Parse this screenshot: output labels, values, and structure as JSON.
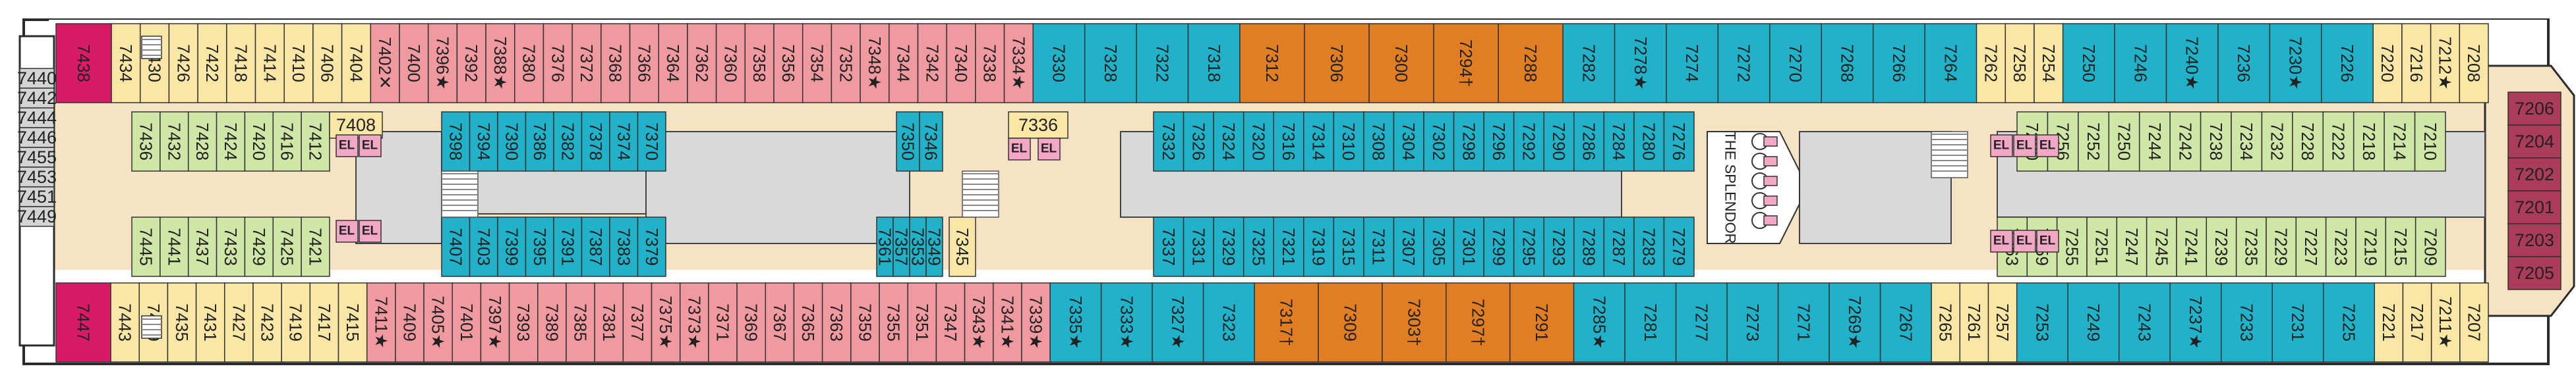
{
  "deck_plan": {
    "venue_label": "THE SPLENDOR",
    "elevator_label": "EL",
    "colors": {
      "inside": "#cfe6a6",
      "inside_yellow": "#fbe7a5",
      "oceanview": "#f09aa0",
      "balcony": "#21b2ca",
      "suite": "#e17d22",
      "special": "#d81a67",
      "aft_rooms": "#aa3b5b",
      "stern": "#d4d4d4",
      "hallway": "#f6e3c3",
      "bulkhead": "#d9d9d9",
      "elevator": "#f2a7c5",
      "stairs": "#888888"
    },
    "top_row": {
      "cabins": [
        {
          "label": "7438",
          "color": "special"
        },
        {
          "label": "7434",
          "color": "inside_yellow"
        },
        {
          "label": "7430",
          "color": "inside_yellow"
        },
        {
          "label": "7426",
          "color": "inside_yellow"
        },
        {
          "label": "7422",
          "color": "inside_yellow"
        },
        {
          "label": "7418",
          "color": "inside_yellow"
        },
        {
          "label": "7414",
          "color": "inside_yellow"
        },
        {
          "label": "7410",
          "color": "inside_yellow"
        },
        {
          "label": "7406",
          "color": "inside_yellow"
        },
        {
          "label": "7404",
          "color": "inside_yellow"
        },
        {
          "label": "7402✕",
          "color": "oceanview"
        },
        {
          "label": "7400",
          "color": "oceanview"
        },
        {
          "label": "7396★",
          "color": "oceanview"
        },
        {
          "label": "7392",
          "color": "oceanview"
        },
        {
          "label": "7388★",
          "color": "oceanview"
        },
        {
          "label": "7380",
          "color": "oceanview"
        },
        {
          "label": "7376",
          "color": "oceanview"
        },
        {
          "label": "7372",
          "color": "oceanview"
        },
        {
          "label": "7368",
          "color": "oceanview"
        },
        {
          "label": "7366",
          "color": "oceanview"
        },
        {
          "label": "7364",
          "color": "oceanview"
        },
        {
          "label": "7362",
          "color": "oceanview"
        },
        {
          "label": "7360",
          "color": "oceanview"
        },
        {
          "label": "7358",
          "color": "oceanview"
        },
        {
          "label": "7356",
          "color": "oceanview"
        },
        {
          "label": "7354",
          "color": "oceanview"
        },
        {
          "label": "7352",
          "color": "oceanview"
        },
        {
          "label": "7348★",
          "color": "oceanview"
        },
        {
          "label": "7344",
          "color": "oceanview"
        },
        {
          "label": "7342",
          "color": "oceanview"
        },
        {
          "label": "7340",
          "color": "oceanview"
        },
        {
          "label": "7338",
          "color": "oceanview"
        },
        {
          "label": "7334★",
          "color": "oceanview"
        },
        {
          "label": "7330",
          "color": "balcony"
        },
        {
          "label": "7328",
          "color": "balcony"
        },
        {
          "label": "7322",
          "color": "balcony"
        },
        {
          "label": "7318",
          "color": "balcony"
        },
        {
          "label": "7312",
          "color": "suite"
        },
        {
          "label": "7306",
          "color": "suite"
        },
        {
          "label": "7300",
          "color": "suite"
        },
        {
          "label": "7294†",
          "color": "suite"
        },
        {
          "label": "7288",
          "color": "suite"
        },
        {
          "label": "7282",
          "color": "balcony"
        },
        {
          "label": "7278★",
          "color": "balcony"
        },
        {
          "label": "7274",
          "color": "balcony"
        },
        {
          "label": "7272",
          "color": "balcony"
        },
        {
          "label": "7270",
          "color": "balcony"
        },
        {
          "label": "7268",
          "color": "balcony"
        },
        {
          "label": "7266",
          "color": "balcony"
        },
        {
          "label": "7264",
          "color": "balcony"
        },
        {
          "label": "7262",
          "color": "inside_yellow"
        },
        {
          "label": "7258",
          "color": "inside_yellow"
        },
        {
          "label": "7254",
          "color": "inside_yellow"
        },
        {
          "label": "7250",
          "color": "balcony"
        },
        {
          "label": "7246",
          "color": "balcony"
        },
        {
          "label": "7240★",
          "color": "balcony"
        },
        {
          "label": "7236",
          "color": "balcony"
        },
        {
          "label": "7230★",
          "color": "balcony"
        },
        {
          "label": "7226",
          "color": "balcony"
        },
        {
          "label": "7220",
          "color": "inside_yellow"
        },
        {
          "label": "7216",
          "color": "inside_yellow"
        },
        {
          "label": "7212★",
          "color": "inside_yellow"
        },
        {
          "label": "7208",
          "color": "inside_yellow"
        }
      ]
    },
    "bottom_row": {
      "cabins": [
        {
          "label": "7447",
          "color": "special"
        },
        {
          "label": "7443",
          "color": "inside_yellow"
        },
        {
          "label": "7439",
          "color": "inside_yellow"
        },
        {
          "label": "7435",
          "color": "inside_yellow"
        },
        {
          "label": "7431",
          "color": "inside_yellow"
        },
        {
          "label": "7427",
          "color": "inside_yellow"
        },
        {
          "label": "7423",
          "color": "inside_yellow"
        },
        {
          "label": "7419",
          "color": "inside_yellow"
        },
        {
          "label": "7417",
          "color": "inside_yellow"
        },
        {
          "label": "7415",
          "color": "inside_yellow"
        },
        {
          "label": "7411★",
          "color": "oceanview"
        },
        {
          "label": "7409",
          "color": "oceanview"
        },
        {
          "label": "7405★",
          "color": "oceanview"
        },
        {
          "label": "7401",
          "color": "oceanview"
        },
        {
          "label": "7397★",
          "color": "oceanview"
        },
        {
          "label": "7393",
          "color": "oceanview"
        },
        {
          "label": "7389",
          "color": "oceanview"
        },
        {
          "label": "7385",
          "color": "oceanview"
        },
        {
          "label": "7381",
          "color": "oceanview"
        },
        {
          "label": "7377",
          "color": "oceanview"
        },
        {
          "label": "7375★",
          "color": "oceanview"
        },
        {
          "label": "7373★",
          "color": "oceanview"
        },
        {
          "label": "7371",
          "color": "oceanview"
        },
        {
          "label": "7369",
          "color": "oceanview"
        },
        {
          "label": "7367",
          "color": "oceanview"
        },
        {
          "label": "7365",
          "color": "oceanview"
        },
        {
          "label": "7363",
          "color": "oceanview"
        },
        {
          "label": "7359",
          "color": "oceanview"
        },
        {
          "label": "7355",
          "color": "oceanview"
        },
        {
          "label": "7351",
          "color": "oceanview"
        },
        {
          "label": "7347",
          "color": "oceanview"
        },
        {
          "label": "7343★",
          "color": "oceanview"
        },
        {
          "label": "7341★",
          "color": "oceanview"
        },
        {
          "label": "7339★",
          "color": "oceanview"
        },
        {
          "label": "7335★",
          "color": "balcony"
        },
        {
          "label": "7333★",
          "color": "balcony"
        },
        {
          "label": "7327★",
          "color": "balcony"
        },
        {
          "label": "7323",
          "color": "balcony"
        },
        {
          "label": "7317†",
          "color": "suite"
        },
        {
          "label": "7309",
          "color": "suite"
        },
        {
          "label": "7303†",
          "color": "suite"
        },
        {
          "label": "7297†",
          "color": "suite"
        },
        {
          "label": "7291",
          "color": "suite"
        },
        {
          "label": "7285★",
          "color": "balcony"
        },
        {
          "label": "7281",
          "color": "balcony"
        },
        {
          "label": "7277",
          "color": "balcony"
        },
        {
          "label": "7273",
          "color": "balcony"
        },
        {
          "label": "7271",
          "color": "balcony"
        },
        {
          "label": "7269★",
          "color": "balcony"
        },
        {
          "label": "7267",
          "color": "balcony"
        },
        {
          "label": "7265",
          "color": "inside_yellow"
        },
        {
          "label": "7261",
          "color": "inside_yellow"
        },
        {
          "label": "7257",
          "color": "inside_yellow"
        },
        {
          "label": "7253",
          "color": "balcony"
        },
        {
          "label": "7249",
          "color": "balcony"
        },
        {
          "label": "7243",
          "color": "balcony"
        },
        {
          "label": "7237★",
          "color": "balcony"
        },
        {
          "label": "7233",
          "color": "balcony"
        },
        {
          "label": "7231",
          "color": "balcony"
        },
        {
          "label": "7225",
          "color": "balcony"
        },
        {
          "label": "7221",
          "color": "inside_yellow"
        },
        {
          "label": "7217",
          "color": "inside_yellow"
        },
        {
          "label": "7211★",
          "color": "inside_yellow"
        },
        {
          "label": "7207",
          "color": "inside_yellow"
        }
      ]
    },
    "stern_cabins": [
      "7440",
      "7442",
      "7444",
      "7446",
      "7455",
      "7453",
      "7451",
      "7449"
    ],
    "bow_cabins": [
      "7206",
      "7204",
      "7202",
      "7201",
      "7203",
      "7205"
    ],
    "upper_inner": {
      "aft": [
        "7436",
        "7432",
        "7428",
        "7424",
        "7420",
        "7416",
        "7412"
      ],
      "aft_pink": "7408",
      "mid": [
        "7398",
        "7394",
        "7390",
        "7386",
        "7382",
        "7378",
        "7374",
        "7370"
      ],
      "lift_pair": [
        "7350",
        "7346"
      ],
      "lift_pink": "7336",
      "fwd_mid": [
        "7332",
        "7326",
        "7324",
        "7320",
        "7316",
        "7314",
        "7310",
        "7308",
        "7304",
        "7302",
        "7298",
        "7296",
        "7292",
        "7290",
        "7286",
        "7284",
        "7280",
        "7276"
      ],
      "fwd": [
        "7260",
        "7256",
        "7252",
        "7250",
        "7244",
        "7242",
        "7238",
        "7234",
        "7232",
        "7228",
        "7222",
        "7218",
        "7214",
        "7210"
      ]
    },
    "lower_inner": {
      "aft": [
        "7445",
        "7441",
        "7437",
        "7433",
        "7429",
        "7425",
        "7421"
      ],
      "mid": [
        "7407",
        "7403",
        "7399",
        "7395",
        "7391",
        "7387",
        "7383",
        "7379"
      ],
      "lift_pair": [
        "7361",
        "7357",
        "7353",
        "7349"
      ],
      "lift_pink": "7345",
      "fwd_mid": [
        "7337",
        "7331",
        "7329",
        "7325",
        "7321",
        "7319",
        "7315",
        "7311",
        "7307",
        "7305",
        "7301",
        "7299",
        "7295",
        "7293",
        "7289",
        "7287",
        "7283",
        "7279"
      ],
      "fwd": [
        "7263",
        "7259",
        "7255",
        "7251",
        "7247",
        "7245",
        "7241",
        "7239",
        "7235",
        "7229",
        "7227",
        "7223",
        "7219",
        "7215",
        "7209"
      ]
    }
  }
}
